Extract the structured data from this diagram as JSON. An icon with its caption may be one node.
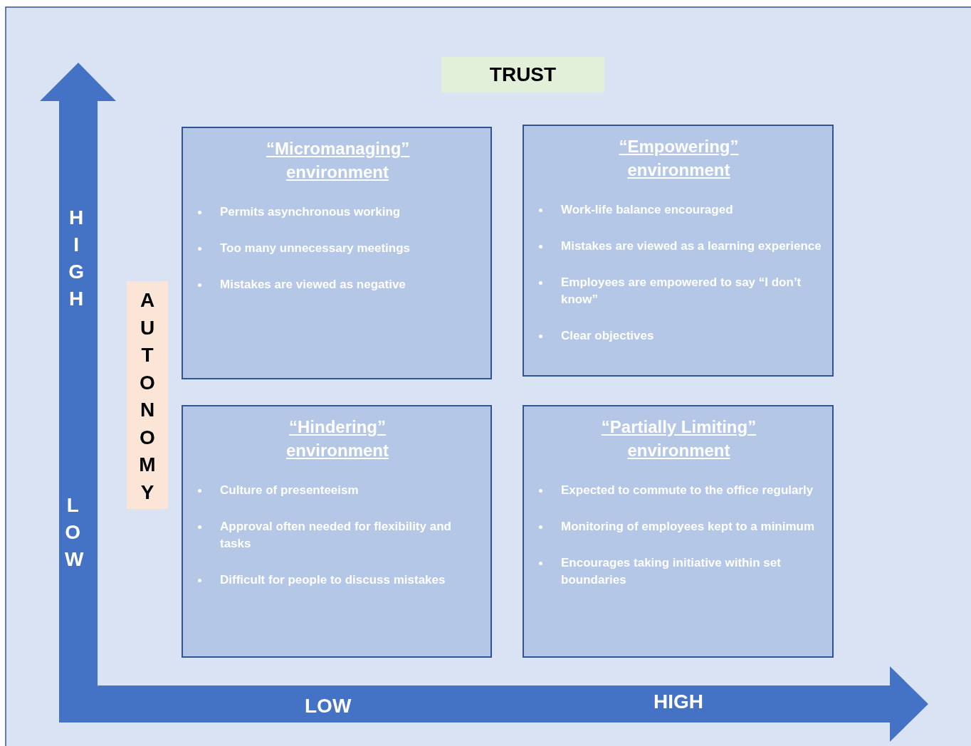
{
  "diagram": {
    "nodes": [
      {
        "text": [
          "TRUST"
        ]
      },
      {
        "text": [
          "AUTONOMY"
        ]
      },
      {
        "text": [
          "“Micromanaging” environment",
          "Permits asynchronous working",
          "Too many unnecessary meetings",
          "Mistakes are viewed as negative"
        ]
      },
      {
        "text": [
          "“Empowering” environment",
          "Work-life balance encouraged",
          "Mistakes are viewed as a learning experience",
          "Employees are empowered to say “I don’t know”",
          "Clear objectives"
        ]
      },
      {
        "text": [
          "“Hindering” environment",
          "Culture of presenteeism",
          "Approval often needed for flexibility and tasks",
          "Difficult for people to discuss mistakes"
        ]
      },
      {
        "text": [
          "“Partially Limiting” environment",
          "Expected to commute to the office regularly",
          "Monitoring of employees kept to a minimum",
          "Encourages taking initiative within set boundaries"
        ]
      }
    ],
    "labels": [
      "HIGH",
      "LOW",
      "LOW",
      "HIGH"
    ]
  }
}
